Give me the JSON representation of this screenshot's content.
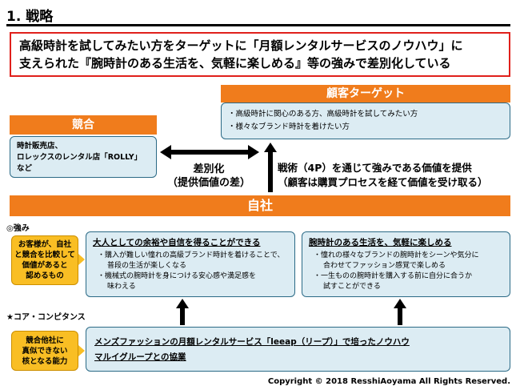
{
  "title": "1. 戦略",
  "summary": {
    "line1": "高級時計を試してみたい方をターゲットに「月額レンタルサービスのノウハウ」に",
    "line2": "支えられた『腕時計のある生活を、気軽に楽しめる』等の強みで差別化している"
  },
  "target": {
    "header": "顧客ターゲット",
    "items": [
      "・高級時計に関心のある方、高級時計を試してみたい方",
      "・様々なブランド時計を着けたい方"
    ]
  },
  "competitor": {
    "header": "競合",
    "lines": [
      "時計販売店、",
      "ロレックスのレンタル店「ROLLY」",
      "など"
    ]
  },
  "differentiation": {
    "line1": "差別化",
    "line2": "（提供価値の差）"
  },
  "strategy": {
    "line1": "戦術（4P）を通じて強みである価値を提供",
    "line2": "（顧客は購買プロセスを経て価値を受け取る）"
  },
  "company": {
    "header": "自社"
  },
  "strengths": {
    "label": "◎強み",
    "side": [
      "お客様が、自社",
      "と競合を比較して",
      "価値があると",
      "認めるもの"
    ],
    "left": {
      "heading": "大人としての余裕や自信を得ることができる",
      "items": [
        [
          "・購入が難しい憧れの高級ブランド時計を着けることで、",
          "普段の生活が楽しくなる"
        ],
        [
          "・機械式の腕時計を身につける安心感や満足感を",
          "味わえる"
        ]
      ]
    },
    "right": {
      "heading": "腕時計のある生活を、気軽に楽しめる",
      "items": [
        [
          "・憧れの様々なブランドの腕時計をシーンや気分に",
          "合わせてファッション感覚で楽しめる"
        ],
        [
          "・一生ものの腕時計を購入する前に自分に合うか",
          "試すことができる"
        ]
      ]
    }
  },
  "core": {
    "label": "★コア・コンピタンス",
    "side": [
      "競合他社に",
      "真似できない",
      "核となる能力"
    ],
    "lines": [
      "メンズファッションの月額レンタルサービス「leeap（リープ）」で培ったノウハウ",
      "マルイグループとの協業"
    ]
  },
  "copyright": "Copyright © 2018 ResshiAoyama All Rights Reserved.",
  "colors": {
    "accent": "#f07c1c",
    "box": "#dcecf3",
    "highlight": "#f9be24",
    "summary_border": "#e0201b"
  }
}
